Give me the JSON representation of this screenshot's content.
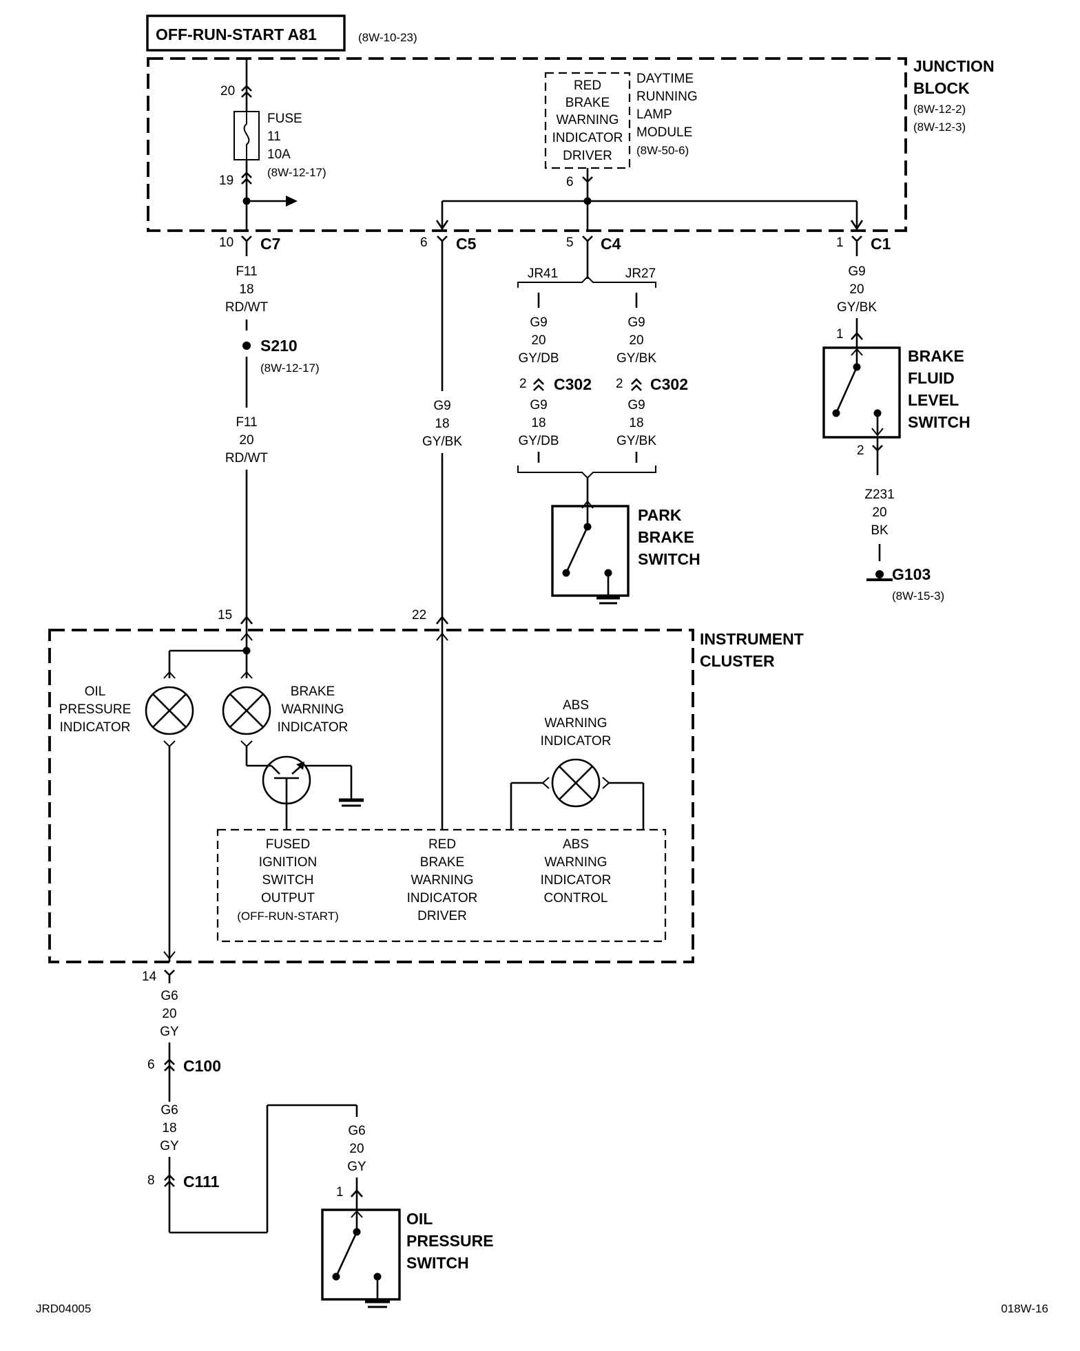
{
  "title": {
    "label": "OFF-RUN-START A81",
    "ref": "(8W-10-23)"
  },
  "junction_block": {
    "name_1": "JUNCTION",
    "name_2": "BLOCK",
    "ref_1": "(8W-12-2)",
    "ref_2": "(8W-12-3)"
  },
  "fuse": {
    "label": "FUSE",
    "number": "11",
    "rating": "10A",
    "ref": "(8W-12-17)",
    "pin_top": "20",
    "pin_bottom": "19"
  },
  "drl_module": {
    "inner": [
      "RED",
      "BRAKE",
      "WARNING",
      "INDICATOR",
      "DRIVER"
    ],
    "name": [
      "DAYTIME",
      "RUNNING",
      "LAMP",
      "MODULE",
      "(8W-50-6)"
    ],
    "pin": "6"
  },
  "connectors": {
    "c7": {
      "name": "C7",
      "pin": "10"
    },
    "c5": {
      "name": "C5",
      "pin": "6"
    },
    "c4": {
      "name": "C4",
      "pin": "5"
    },
    "c1": {
      "name": "C1",
      "pin": "1"
    },
    "c302_left": {
      "name": "C302",
      "pin": "2"
    },
    "c302_right": {
      "name": "C302",
      "pin": "2"
    },
    "c100": {
      "name": "C100",
      "pin": "6"
    },
    "c111": {
      "name": "C111",
      "pin": "8"
    }
  },
  "wires": {
    "f11_upper": [
      "F11",
      "18",
      "RD/WT"
    ],
    "f11_lower": [
      "F11",
      "20",
      "RD/WT"
    ],
    "g9_c5": [
      "G9",
      "18",
      "GY/BK"
    ],
    "g9_jr41_upper": [
      "G9",
      "20",
      "GY/DB"
    ],
    "g9_jr41_lower": [
      "G9",
      "18",
      "GY/DB"
    ],
    "g9_jr27_upper": [
      "G9",
      "20",
      "GY/BK"
    ],
    "g9_jr27_lower": [
      "G9",
      "18",
      "GY/BK"
    ],
    "g9_c1": [
      "G9",
      "20",
      "GY/BK"
    ],
    "z231": [
      "Z231",
      "20",
      "BK"
    ],
    "g6_cluster": [
      "G6",
      "20",
      "GY"
    ],
    "g6_mid": [
      "G6",
      "18",
      "GY"
    ],
    "g6_switch": [
      "G6",
      "20",
      "GY"
    ]
  },
  "splices": {
    "jr41": "JR41",
    "jr27": "JR27",
    "s210": {
      "name": "S210",
      "ref": "(8W-12-17)"
    }
  },
  "brake_fluid_switch": {
    "name": [
      "BRAKE",
      "FLUID",
      "LEVEL",
      "SWITCH"
    ],
    "pin_top": "1",
    "pin_bottom": "2"
  },
  "park_brake_switch": {
    "name": [
      "PARK",
      "BRAKE",
      "SWITCH"
    ]
  },
  "ground_g103": {
    "name": "G103",
    "ref": "(8W-15-3)"
  },
  "instrument_cluster": {
    "name_1": "INSTRUMENT",
    "name_2": "CLUSTER",
    "pin_15": "15",
    "pin_22": "22",
    "pin_14": "14",
    "oil_indicator": [
      "OIL",
      "PRESSURE",
      "INDICATOR"
    ],
    "brake_indicator": [
      "BRAKE",
      "WARNING",
      "INDICATOR"
    ],
    "abs_indicator": [
      "ABS",
      "WARNING",
      "INDICATOR"
    ],
    "fused_output": [
      "FUSED",
      "IGNITION",
      "SWITCH",
      "OUTPUT",
      "(OFF-RUN-START)"
    ],
    "red_brake_driver": [
      "RED",
      "BRAKE",
      "WARNING",
      "INDICATOR",
      "DRIVER"
    ],
    "abs_control": [
      "ABS",
      "WARNING",
      "INDICATOR",
      "CONTROL"
    ]
  },
  "oil_pressure_switch": {
    "name": [
      "OIL",
      "PRESSURE",
      "SWITCH"
    ],
    "pin": "1"
  },
  "footer": {
    "left": "JRD04005",
    "right": "018W-16"
  }
}
